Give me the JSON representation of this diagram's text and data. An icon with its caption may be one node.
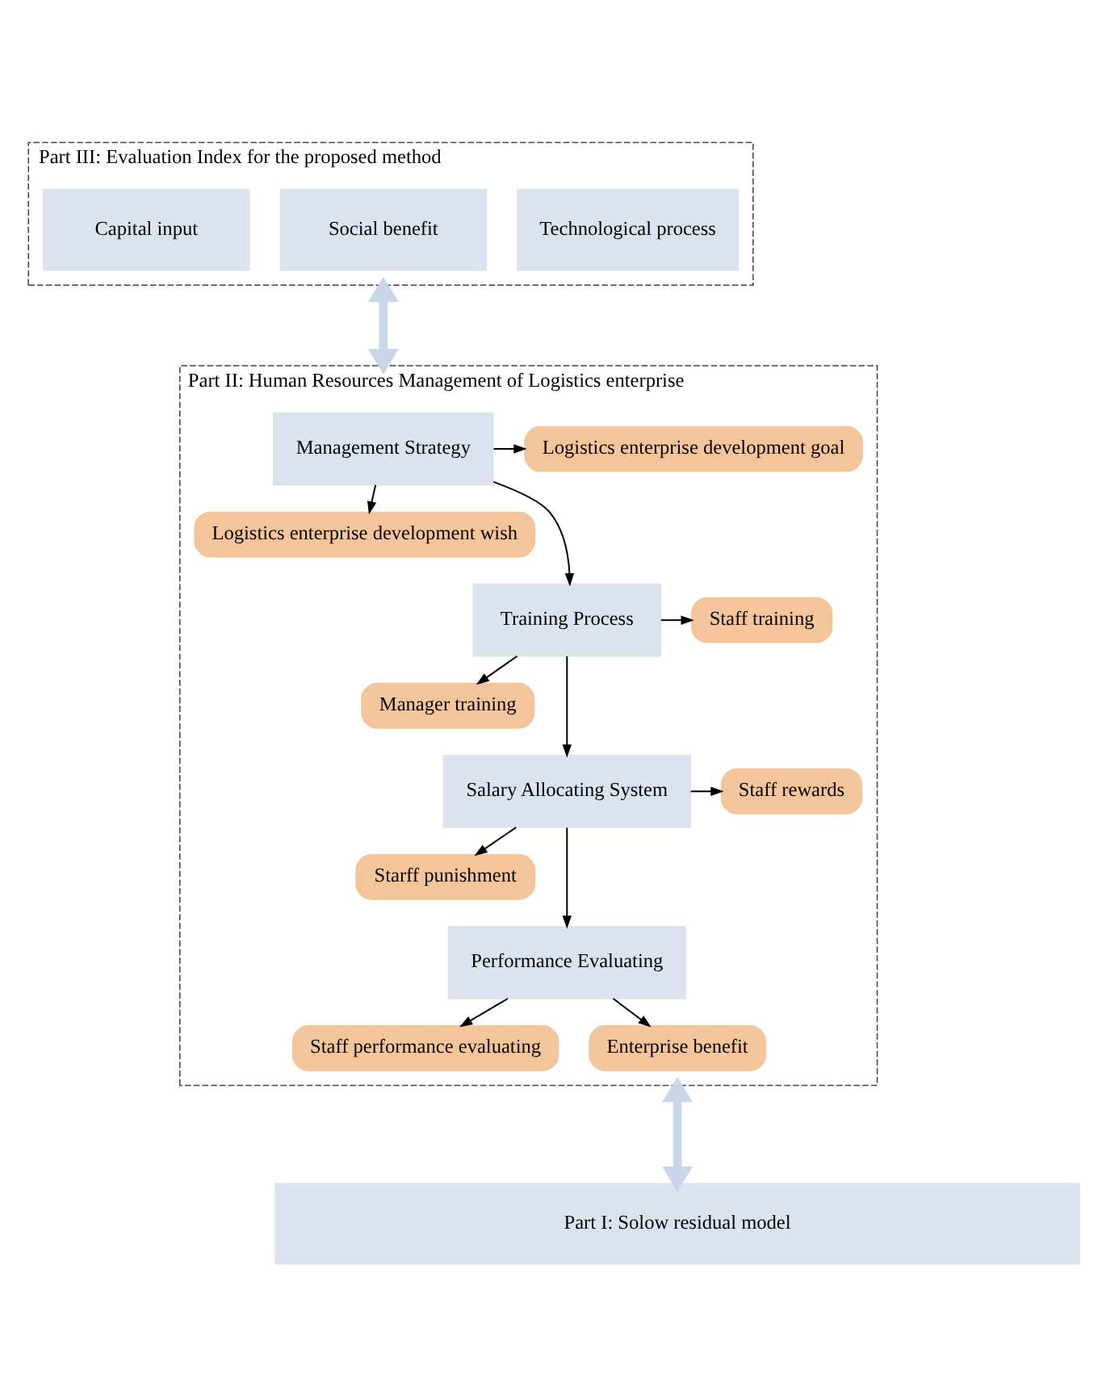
{
  "diagram": {
    "nodes": [
      {
        "text": [
          "Part III: Evaluation Index for the proposed method"
        ]
      },
      {
        "text": [
          "Technological process"
        ],
        "in": 0
      },
      {
        "text": [
          "Social benefit"
        ],
        "in": 0
      },
      {
        "text": [
          "Capital input"
        ],
        "in": 0
      },
      {
        "text": [
          "Part II: Human Resources Management of Logistics enterprise"
        ]
      },
      {
        "text": [
          "Management Strategy"
        ],
        "in": 4
      },
      {
        "text": [
          "Logistics enterprise development goal"
        ],
        "in": 4
      },
      {
        "text": [
          "Logistics enterprise development wish"
        ],
        "in": 4
      },
      {
        "text": [
          "Training Process"
        ],
        "in": 4
      },
      {
        "text": [
          "Staff training"
        ],
        "in": 4
      },
      {
        "text": [
          "Manager training"
        ],
        "in": 4
      },
      {
        "text": [
          "Salary Allocating System"
        ],
        "in": 4
      },
      {
        "text": [
          "Staff rewards"
        ],
        "in": 4
      },
      {
        "text": [
          "Starff punishment"
        ],
        "in": 4
      },
      {
        "text": [
          "Performance Evaluating"
        ],
        "in": 4
      },
      {
        "text": [
          "Staff performance evaluating"
        ],
        "in": 4
      },
      {
        "text": [
          "Enterprise benefit"
        ],
        "in": 4
      },
      {
        "text": [
          "Part I: Solow residual model"
        ]
      }
    ],
    "edges": [
      {
        "from": 0,
        "to": 4,
        "arrow": "both",
        "style": "thick",
        "color": "#c9d5e8"
      },
      {
        "from": 5,
        "to": 6,
        "arrow": "to"
      },
      {
        "from": 5,
        "to": 7,
        "arrow": "to"
      },
      {
        "from": 5,
        "to": 8,
        "arrow": "to"
      },
      {
        "from": 8,
        "to": 9,
        "arrow": "to"
      },
      {
        "from": 8,
        "to": 10,
        "arrow": "to"
      },
      {
        "from": 8,
        "to": 11,
        "arrow": "to"
      },
      {
        "from": 11,
        "to": 12,
        "arrow": "to"
      },
      {
        "from": 11,
        "to": 13,
        "arrow": "to"
      },
      {
        "from": 11,
        "to": 14,
        "arrow": "to"
      },
      {
        "from": 14,
        "to": 15,
        "arrow": "to"
      },
      {
        "from": 14,
        "to": 16,
        "arrow": "to"
      },
      {
        "from": 4,
        "to": 17,
        "arrow": "both",
        "style": "thick",
        "color": "#c9d5e8"
      }
    ]
  }
}
